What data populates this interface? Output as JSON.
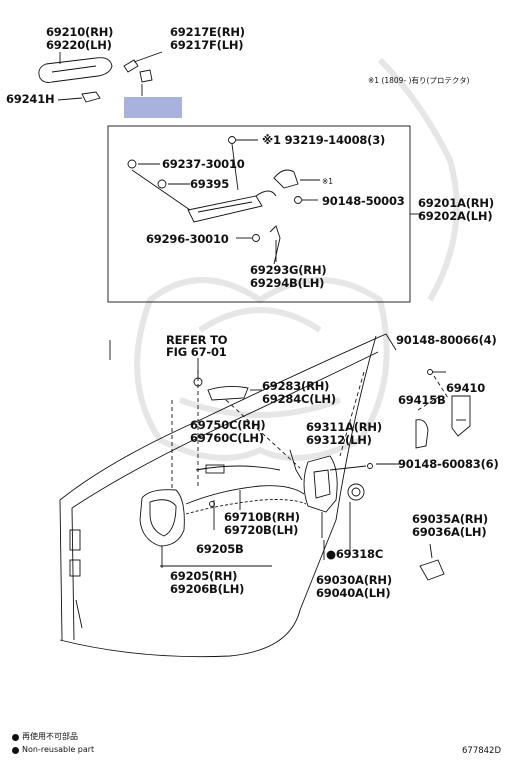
{
  "labels": {
    "l69210": "69210(RH)",
    "l69220": "69220(LH)",
    "l69217e": "69217E(RH)",
    "l69217f": "69217F(LH)",
    "l69241h": "69241H",
    "note_top": "※1 (1809-        )有り(プロテクタ)",
    "l93219": "※1 93219-14008(3)",
    "l69237": "69237-30010",
    "l69395": "69395",
    "mark1": "※1",
    "l90148_50003": "90148-50003",
    "l69201a": "69201A(RH)",
    "l69202a": "69202A(LH)",
    "l69296": "69296-30010",
    "l69293g": "69293G(RH)",
    "l69294b": "69294B(LH)",
    "refer1": "REFER TO",
    "refer2": "FIG 67-01",
    "l90148_80066": "90148-80066(4)",
    "l69410": "69410",
    "l69283": "69283(RH)",
    "l69284c": "69284C(LH)",
    "l69415b": "69415B",
    "l69750c": "69750C(RH)",
    "l69760c": "69760C(LH)",
    "l69311a": "69311A(RH)",
    "l69312": "69312(LH)",
    "l90148_60083": "90148-60083(6)",
    "l69710b": "69710B(RH)",
    "l69720b": "69720B(LH)",
    "l69035a": "69035A(RH)",
    "l69036a": "69036A(LH)",
    "l69205b": "69205B",
    "l69318c": "●69318C",
    "l69205": "69205(RH)",
    "l69206b": "69206B(LH)",
    "l69030a": "69030A(RH)",
    "l69040a": "69040A(LH)"
  },
  "legend": {
    "jp": "再使用不可部品",
    "en": "Non-reusable part"
  },
  "figure_code": "677842D",
  "colors": {
    "highlight": "#a8b2dc",
    "line": "#111111",
    "watermark": "#e9e9e9"
  }
}
